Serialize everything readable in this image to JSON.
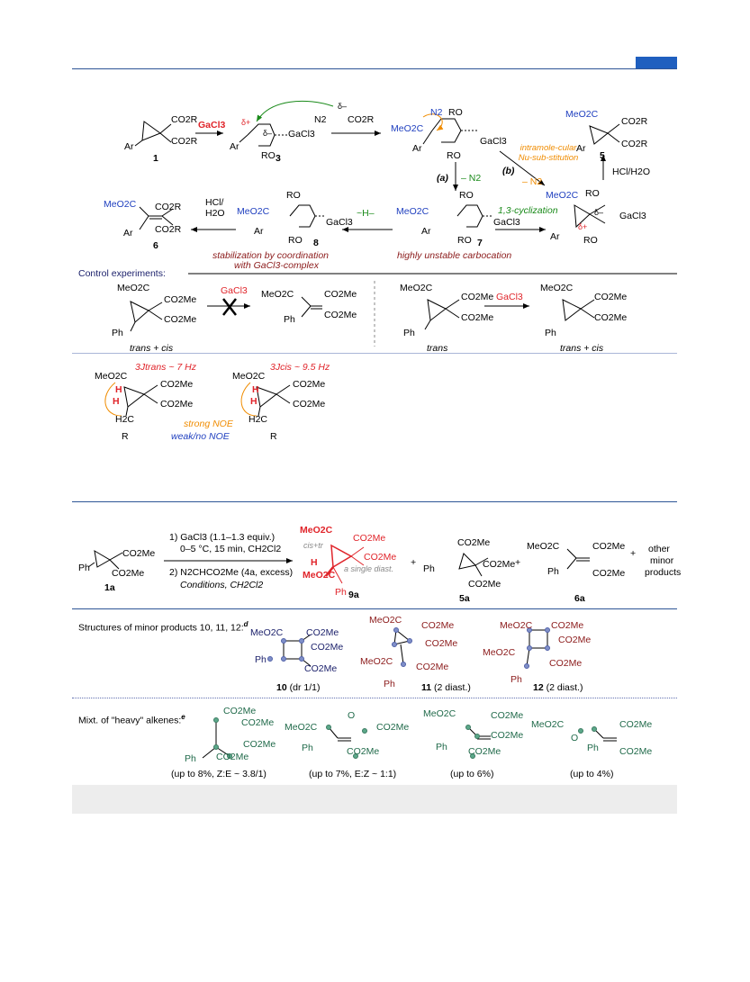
{
  "header": {
    "page_tab_color": "#1f5fbf"
  },
  "scheme1": {
    "compound_1": {
      "subst_top": "CO2R",
      "subst_bot": "CO2R",
      "ar": "Ar",
      "label": "1"
    },
    "reagent_gacl3": "GaCl3",
    "compound_3": {
      "delta_plus": "δ+",
      "delta_minus": "δ–",
      "gacl3": "GaCl3",
      "ar": "Ar",
      "ro_bot": "RO",
      "label": "3"
    },
    "diazo": {
      "n2": "N2",
      "co2r": "CO2R",
      "delta": "δ–"
    },
    "compound_int": {
      "meo2c": "MeO2C",
      "n2": "N2",
      "ro_top": "RO",
      "ro_bot": "RO",
      "gacl3": "GaCl3",
      "ar": "Ar"
    },
    "path_a": {
      "label": "(a)",
      "text": "– N2"
    },
    "path_b": {
      "label": "(b)",
      "text": "– N2",
      "note": "intramole-cular Nu-sub-stitution"
    },
    "compound_5": {
      "meo2c": "MeO2C",
      "co2r_1": "CO2R",
      "co2r_2": "CO2R",
      "ar": "Ar",
      "label": "5",
      "reagent": "HCl/H2O"
    },
    "compound_7": {
      "meo2c": "MeO2C",
      "ro_top": "RO",
      "ro_bot": "RO",
      "gacl3": "GaCl3",
      "ar": "Ar",
      "label": "7",
      "note": "highly unstable carbocation"
    },
    "cyclization": "1,3-cyclization",
    "compound_cp": {
      "meo2c": "MeO2C",
      "ro_top": "RO",
      "ro_bot": "RO",
      "gacl3": "GaCl3",
      "ar": "Ar",
      "delta_plus": "δ+",
      "delta_minus": "δ–"
    },
    "compound_8": {
      "meo2c": "MeO2C",
      "ro_top": "RO",
      "ro_bot": "RO",
      "gacl3": "GaCl3",
      "ar": "Ar",
      "label": "8",
      "note_1": "stabilization by coordination",
      "note_2": "with GaCl3-complex"
    },
    "hydride": "~H–",
    "compound_6": {
      "meo2c": "MeO2C",
      "co2r_1": "CO2R",
      "co2r_2": "CO2R",
      "ar": "Ar",
      "label": "6",
      "reagent_1": "HCl/",
      "reagent_2": "H2O"
    }
  },
  "control": {
    "title": "Control experiments:",
    "left": {
      "sm_meo2c": "MeO2C",
      "sm_co2me_1": "CO2Me",
      "sm_co2me_2": "CO2Me",
      "sm_ph": "Ph",
      "reagent": "GaCl3",
      "p_meo2c": "MeO2C",
      "p_co2me_1": "CO2Me",
      "p_co2me_2": "CO2Me",
      "p_ph": "Ph",
      "caption": "trans + cis"
    },
    "right": {
      "sm_meo2c": "MeO2C",
      "sm_co2me_1": "CO2Me",
      "sm_co2me_2": "CO2Me",
      "sm_ph": "Ph",
      "reagent": "GaCl3",
      "sm_caption": "trans",
      "p_meo2c": "MeO2C",
      "p_co2me_1": "CO2Me",
      "p_co2me_2": "CO2Me",
      "p_ph": "Ph",
      "p_caption": "trans + cis"
    }
  },
  "noe": {
    "trans_j": "3Jtrans ~ 7 Hz",
    "cis_j": "3Jcis ~ 9.5 Hz",
    "meo2c": "MeO2C",
    "co2me": "CO2Me",
    "h": "H",
    "h2c": "H2C",
    "r": "R",
    "strong": "strong NOE",
    "weak": "weak/no NOE"
  },
  "scheme2": {
    "sm": {
      "ph": "Ph",
      "co2me_1": "CO2Me",
      "co2me_2": "CO2Me",
      "label": "1a"
    },
    "cond_1": "1) GaCl3 (1.1–1.3 equiv.)",
    "cond_2": "0–5 °C, 15 min, CH2Cl2",
    "cond_3": "2) N2CHCO2Me (4a, excess)",
    "cond_4": "Conditions, CH2Cl2",
    "p9a": {
      "meo2c_top": "MeO2C",
      "co2me_1": "CO2Me",
      "co2me_2": "CO2Me",
      "meo2c_bot": "MeO2C",
      "h": "H",
      "ph": "Ph",
      "cis_tr": "cis+tr",
      "single": "a single diast.",
      "label": "9a"
    },
    "p5a": {
      "co2me_top": "CO2Me",
      "co2me_1": "CO2Me",
      "co2me_2": "CO2Me",
      "ph": "Ph",
      "label": "5a"
    },
    "p6a": {
      "meo2c": "MeO2C",
      "co2me_1": "CO2Me",
      "co2me_2": "CO2Me",
      "ph": "Ph",
      "label": "6a"
    },
    "other": [
      "other",
      "minor",
      "products"
    ],
    "plus": "+"
  },
  "minor": {
    "title": "Structures of minor products 10, 11, 12:",
    "title_sup": "d",
    "p10": {
      "meo2c": "MeO2C",
      "co2me_1": "CO2Me",
      "co2me_2": "CO2Me",
      "co2me_3": "CO2Me",
      "ph": "Ph",
      "label": "10",
      "dr": "(dr 1/1)"
    },
    "p11": {
      "meo2c_1": "MeO2C",
      "co2me_1": "CO2Me",
      "co2me_2": "CO2Me",
      "meo2c_2": "MeO2C",
      "co2me_3": "CO2Me",
      "ph": "Ph",
      "label": "11",
      "diast": "(2 diast.)"
    },
    "p12": {
      "meo2c_1": "MeO2C",
      "co2me_1": "CO2Me",
      "co2me_2": "CO2Me",
      "meo2c_2": "MeO2C",
      "co2me_3": "CO2Me",
      "ph": "Ph",
      "label": "12",
      "diast": "(2 diast.)"
    }
  },
  "heavy": {
    "title": "Mixt. of \"heavy\" alkenes:",
    "title_sup": "e",
    "a1": {
      "co2me_top": "CO2Me",
      "co2me_1": "CO2Me",
      "co2me_2": "CO2Me",
      "co2me_3": "CO2Me",
      "ph": "Ph",
      "yield": "(up to 8%, Z:E ~ 3.8/1)"
    },
    "a2": {
      "meo2c": "MeO2C",
      "o": "O",
      "co2me_r": "CO2Me",
      "co2me_b": "CO2Me",
      "ph": "Ph",
      "yield": "(up to 7%, E:Z ~ 1:1)"
    },
    "a3": {
      "meo2c": "MeO2C",
      "co2me_1": "CO2Me",
      "co2me_2": "CO2Me",
      "co2me_3": "CO2Me",
      "ph": "Ph",
      "yield": "(up to 6%)"
    },
    "a4": {
      "meo2c": "MeO2C",
      "o": "O",
      "co2me_1": "CO2Me",
      "co2me_2": "CO2Me",
      "ph": "Ph",
      "yield": "(up to 4%)"
    }
  },
  "colors": {
    "rule": "#2e5596",
    "accent_red": "#e0242a",
    "dark_red": "#8b1a1a",
    "navy": "#1a1f6a",
    "orange": "#f08c00",
    "green": "#1a8a1a",
    "teal": "#206a4a",
    "footer_bar": "#ededed"
  }
}
